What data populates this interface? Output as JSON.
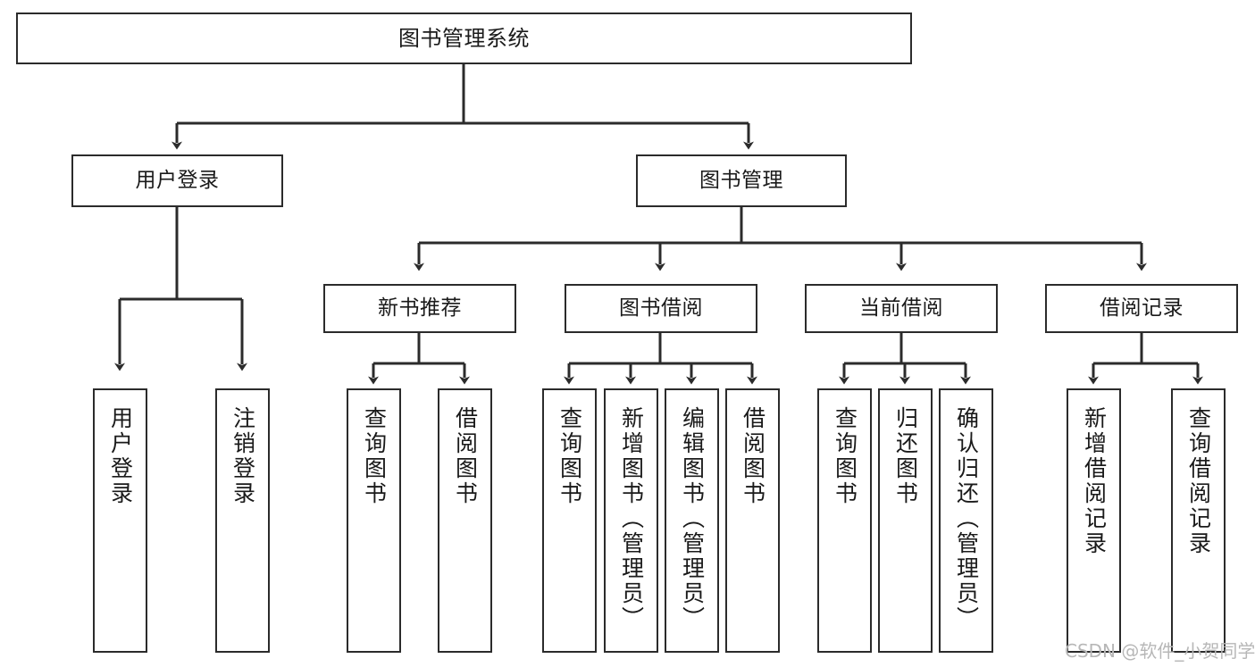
{
  "diagram": {
    "title": "图书管理系统",
    "type": "tree-hierarchy-diagram",
    "colors": {
      "background": "#ffffff",
      "node_border": "#2b2b2b",
      "node_fill": "#ffffff",
      "edge": "#2b2b2b",
      "text": "#1a1a1a",
      "watermark": "#b7b7b7"
    }
  },
  "nodes": {
    "root": {
      "label": "图书管理系统"
    },
    "level1": [
      {
        "id": "user-login",
        "label": "用户登录"
      },
      {
        "id": "book-management",
        "label": "图书管理"
      }
    ],
    "level2": [
      {
        "id": "new-book-recommend",
        "label": "新书推荐"
      },
      {
        "id": "book-borrow",
        "label": "图书借阅"
      },
      {
        "id": "current-borrow",
        "label": "当前借阅"
      },
      {
        "id": "borrow-record",
        "label": "借阅记录"
      }
    ],
    "leaves": {
      "user_login": [
        {
          "id": "leaf-user-login",
          "label": "用户登录"
        },
        {
          "id": "leaf-user-logout",
          "label": "注销登录"
        }
      ],
      "new_book_recommend": [
        {
          "id": "leaf-query-book-1",
          "label": "查询图书"
        },
        {
          "id": "leaf-borrow-book-1",
          "label": "借阅图书"
        }
      ],
      "book_borrow": [
        {
          "id": "leaf-query-book-2",
          "label": "查询图书"
        },
        {
          "id": "leaf-add-book",
          "label": "新增图书（管理员）"
        },
        {
          "id": "leaf-edit-book",
          "label": "编辑图书（管理员）"
        },
        {
          "id": "leaf-borrow-book-2",
          "label": "借阅图书"
        }
      ],
      "current_borrow": [
        {
          "id": "leaf-query-book-3",
          "label": "查询图书"
        },
        {
          "id": "leaf-return-book",
          "label": "归还图书"
        },
        {
          "id": "leaf-confirm-return",
          "label": "确认归还（管理员）"
        }
      ],
      "borrow_record": [
        {
          "id": "leaf-add-record",
          "label": "新增借阅记录"
        },
        {
          "id": "leaf-query-record",
          "label": "查询借阅记录"
        }
      ]
    }
  },
  "watermark": {
    "text": "CSDN @软件_小贺同学"
  }
}
